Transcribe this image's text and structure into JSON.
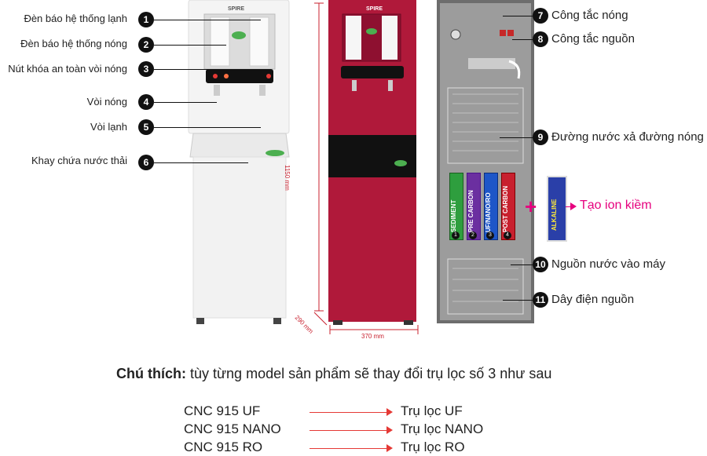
{
  "left_labels": [
    {
      "n": "1",
      "text": "Đèn báo hệ thống lạnh"
    },
    {
      "n": "2",
      "text": "Đèn báo hệ thống nóng"
    },
    {
      "n": "3",
      "text": "Nút khóa an toàn vòi nóng"
    },
    {
      "n": "4",
      "text": "Vòi nóng"
    },
    {
      "n": "5",
      "text": "Vòi lạnh"
    },
    {
      "n": "6",
      "text": "Khay chứa nước thải"
    }
  ],
  "right_labels": [
    {
      "n": "7",
      "text": "Công tắc nóng"
    },
    {
      "n": "8",
      "text": "Công tắc nguồn"
    },
    {
      "n": "9",
      "text": "Đường nước xả đường nóng"
    },
    {
      "n": "10",
      "text": "Nguồn nước vào máy"
    },
    {
      "n": "11",
      "text": "Dây điện nguồn"
    }
  ],
  "brand": "SPIRE",
  "dimensions": {
    "height": "1150 mm",
    "depth": "290 mm",
    "width": "370 mm"
  },
  "filters": [
    {
      "n": "1",
      "name": "SEDIMENT",
      "color": "#2e9e3e"
    },
    {
      "n": "2",
      "name": "PRE CARBON",
      "color": "#6b2fa0"
    },
    {
      "n": "3",
      "name": "UF/NANO/RO",
      "color": "#1e56c8"
    },
    {
      "n": "4",
      "name": "POST CARBON",
      "color": "#c8202e"
    }
  ],
  "alkaline": {
    "name": "ALKALINE",
    "plus": "+",
    "result": "Tạo ion kiềm"
  },
  "note": {
    "bold": "Chú thích:",
    "text": " tùy từng model sản phẩm sẽ thay đổi trụ lọc số 3 như sau"
  },
  "models": [
    {
      "model": "CNC 915 UF",
      "result": "Trụ lọc UF"
    },
    {
      "model": "CNC 915 NANO",
      "result": "Trụ lọc NANO"
    },
    {
      "model": "CNC 915 RO",
      "result": "Trụ lọc RO"
    }
  ],
  "colors": {
    "red_body": "#b0193a",
    "white_body": "#f2f2f2",
    "accent_pink": "#e6007e",
    "arrow_red": "#e53935"
  }
}
